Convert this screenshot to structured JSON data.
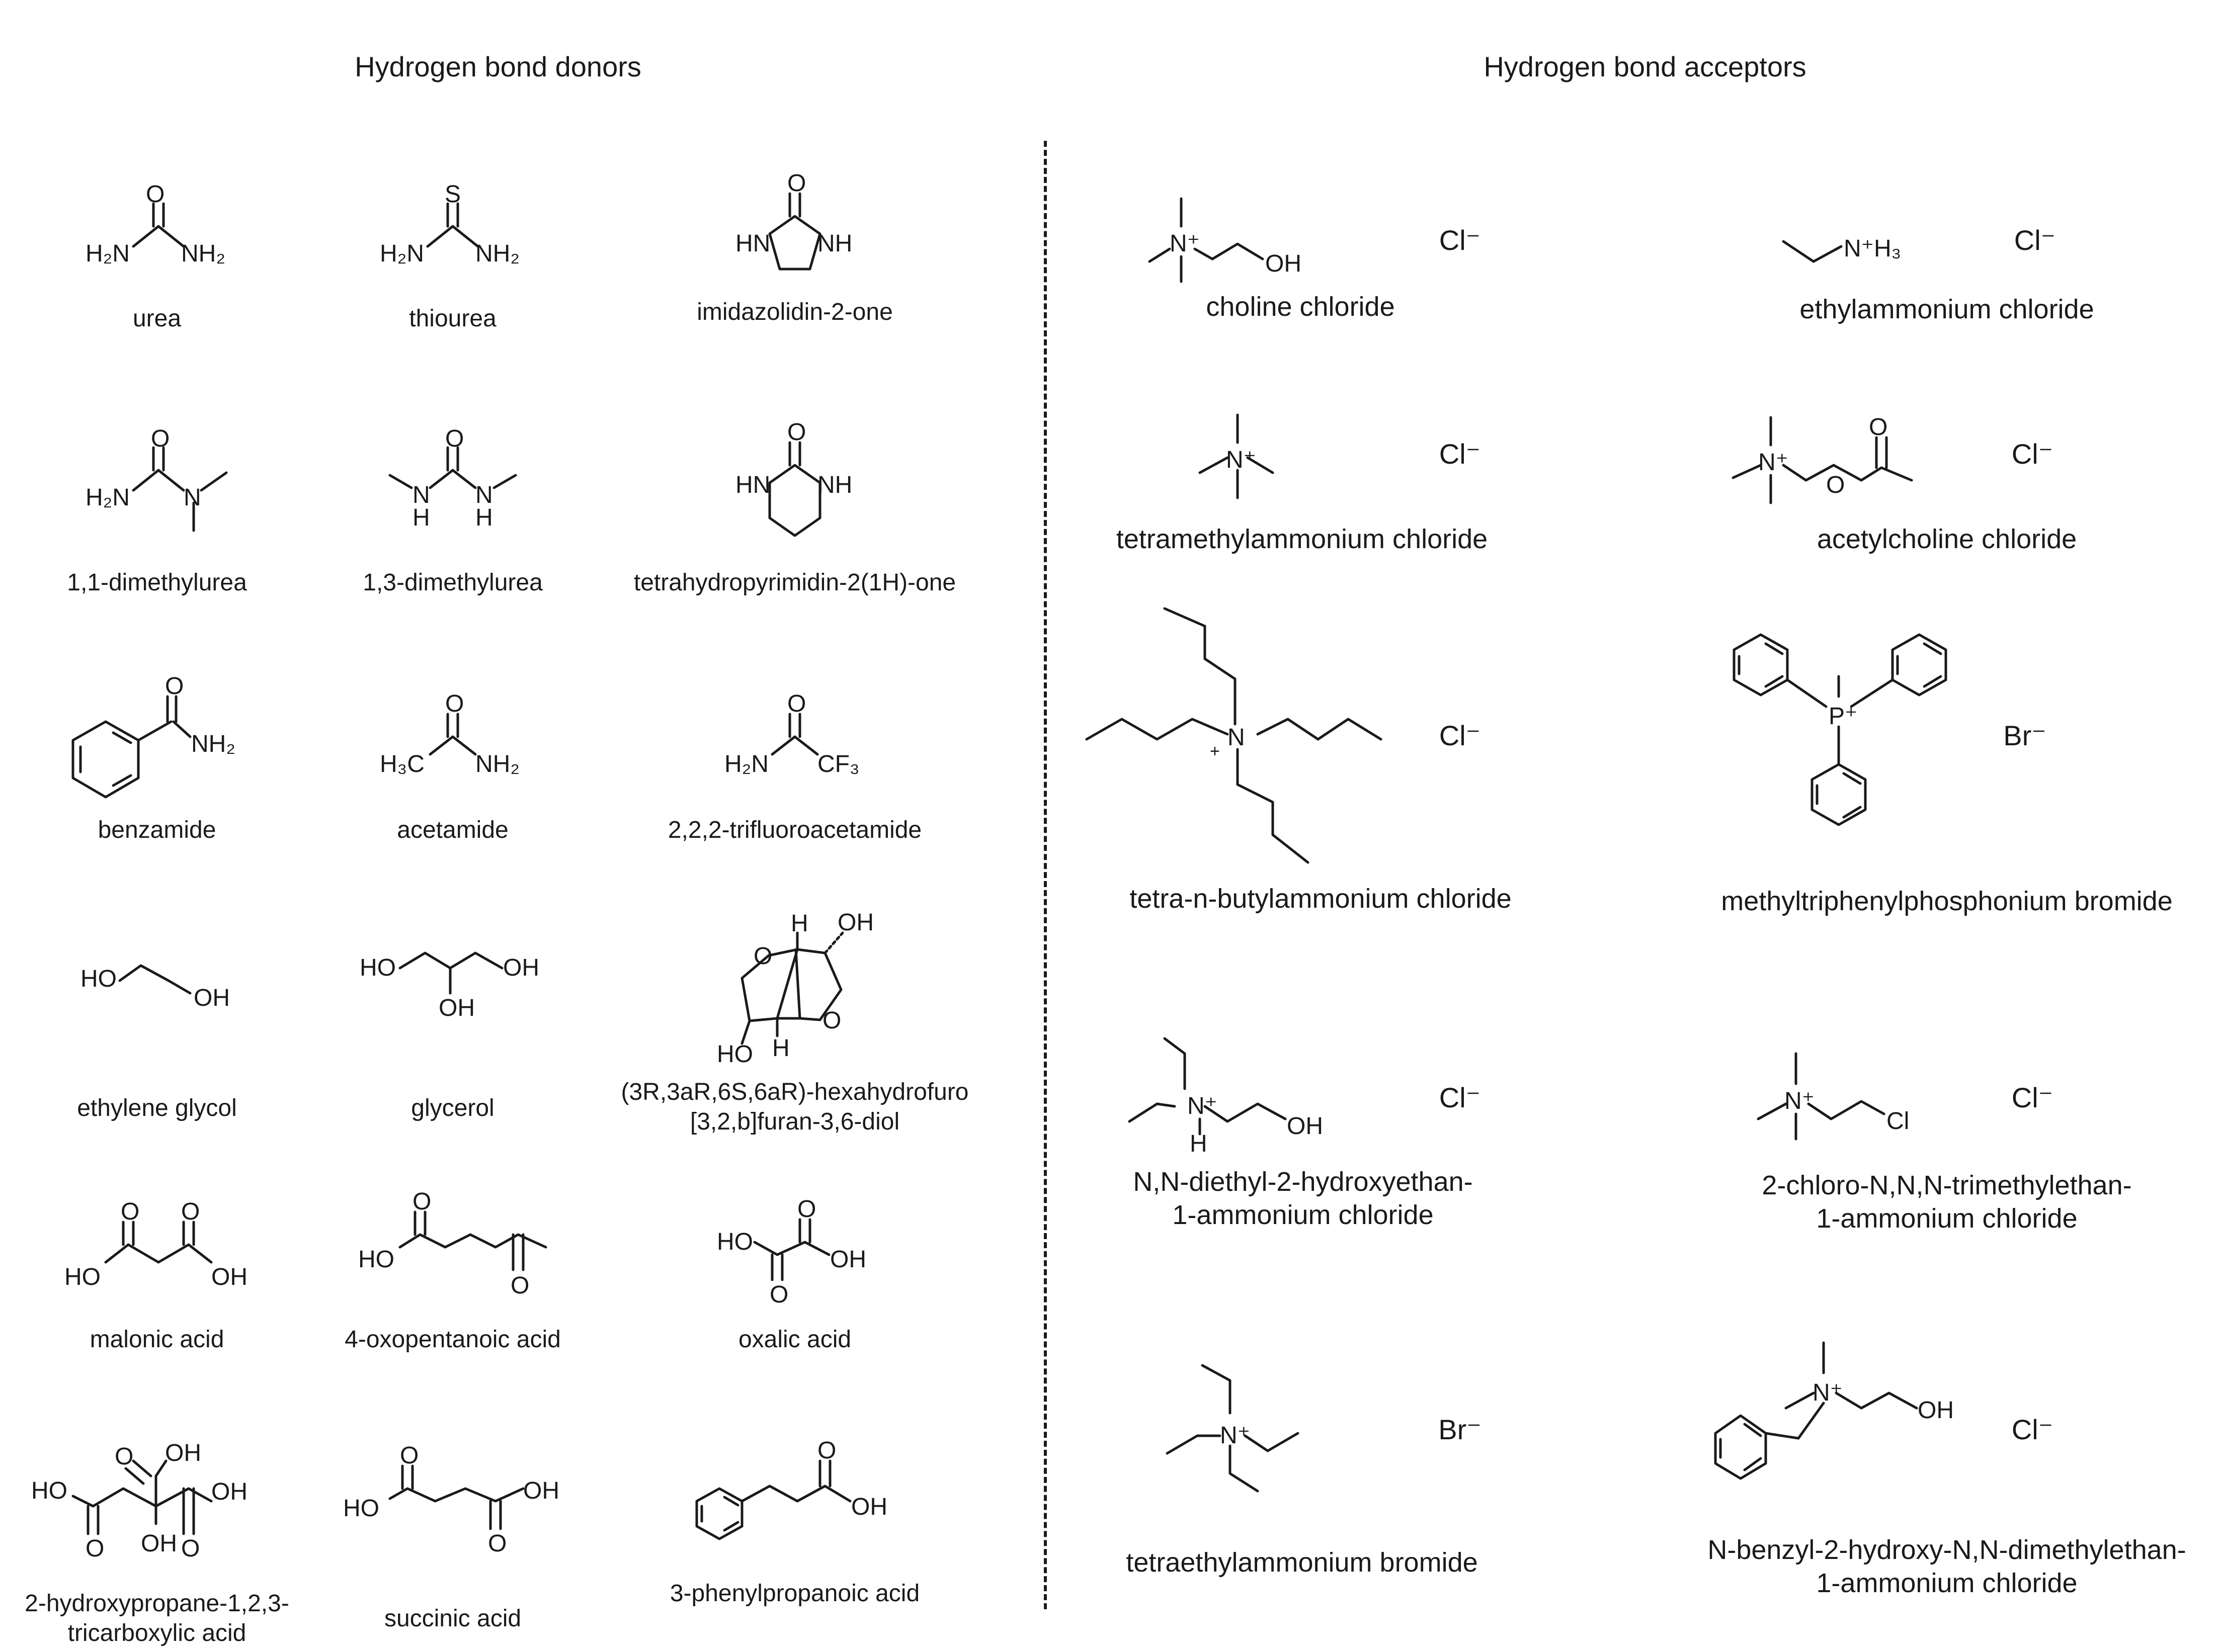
{
  "headings": {
    "donors": "Hydrogen bond donors",
    "acceptors": "Hydrogen bond acceptors"
  },
  "donors": [
    {
      "name": [
        "urea"
      ]
    },
    {
      "name": [
        "thiourea"
      ]
    },
    {
      "name": [
        "imidazolidin-2-one"
      ]
    },
    {
      "name": [
        "1,1-dimethylurea"
      ]
    },
    {
      "name": [
        "1,3-dimethylurea"
      ]
    },
    {
      "name": [
        "tetrahydropyrimidin-2(1H)-one"
      ]
    },
    {
      "name": [
        "benzamide"
      ]
    },
    {
      "name": [
        "acetamide"
      ]
    },
    {
      "name": [
        "2,2,2-trifluoroacetamide"
      ]
    },
    {
      "name": [
        "ethylene glycol"
      ]
    },
    {
      "name": [
        "glycerol"
      ]
    },
    {
      "name": [
        "(3R,3aR,6S,6aR)-hexahydrofuro",
        "[3,2,b]furan-3,6-diol"
      ]
    },
    {
      "name": [
        "malonic acid"
      ]
    },
    {
      "name": [
        "4-oxopentanoic acid"
      ]
    },
    {
      "name": [
        "oxalic acid"
      ]
    },
    {
      "name": [
        "2-hydroxypropane-1,2,3-",
        "tricarboxylic acid"
      ]
    },
    {
      "name": [
        "succinic acid"
      ]
    },
    {
      "name": [
        "3-phenylpropanoic acid"
      ]
    }
  ],
  "acceptors": [
    {
      "name": [
        "choline chloride"
      ],
      "counterion": "Cl⁻"
    },
    {
      "name": [
        "ethylammonium chloride"
      ],
      "counterion": "Cl⁻"
    },
    {
      "name": [
        "tetramethylammonium chloride"
      ],
      "counterion": "Cl⁻"
    },
    {
      "name": [
        "acetylcholine chloride"
      ],
      "counterion": "Cl⁻"
    },
    {
      "name": [
        "tetra-n-butylammonium chloride"
      ],
      "counterion": "Cl⁻"
    },
    {
      "name": [
        "methyltriphenylphosphonium bromide"
      ],
      "counterion": "Br⁻"
    },
    {
      "name": [
        "N,N-diethyl-2-hydroxyethan-",
        "1-ammonium chloride"
      ],
      "counterion": "Cl⁻"
    },
    {
      "name": [
        "2-chloro-N,N,N-trimethylethan-",
        "1-ammonium chloride"
      ],
      "counterion": "Cl⁻"
    },
    {
      "name": [
        "tetraethylammonium bromide"
      ],
      "counterion": "Br⁻"
    },
    {
      "name": [
        "N-benzyl-2-hydroxy-N,N-dimethylethan-",
        "1-ammonium chloride"
      ],
      "counterion": "Cl⁻"
    }
  ],
  "atom_labels": {
    "O": "O",
    "S": "S",
    "OH": "OH",
    "HO": "HO",
    "H": "H",
    "H2N": "H₂N",
    "NH2": "NH₂",
    "HN": "HN",
    "NH": "NH",
    "N": "N",
    "N+": "N⁺",
    "P+": "P⁺",
    "NH3+": "N⁺H₃",
    "H3C": "H₃C",
    "CF3": "CF₃",
    "Cl": "Cl"
  }
}
